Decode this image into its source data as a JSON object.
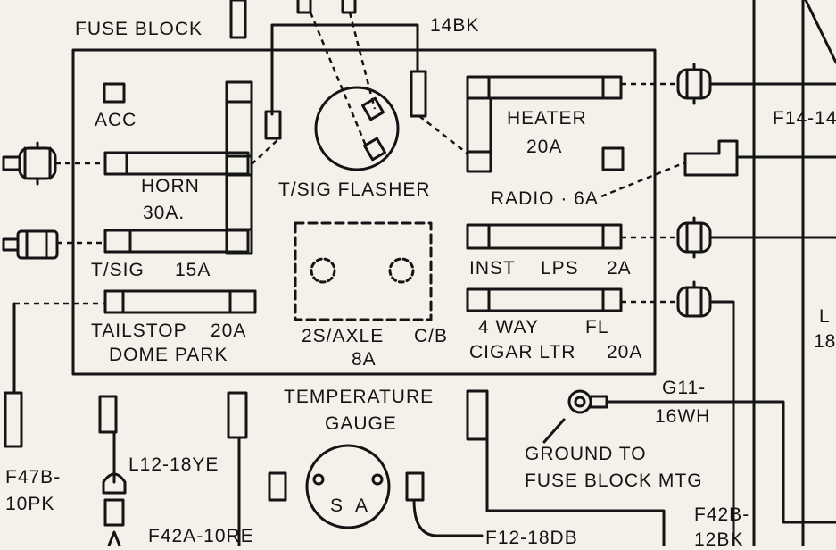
{
  "colors": {
    "ink": "#141414",
    "paper": "#f4f1ea"
  },
  "labels": {
    "fuse_block": "FUSE BLOCK",
    "wire_14bk": "14BK",
    "acc": "ACC",
    "horn": "HORN",
    "horn_amp": "30A.",
    "tsig_flasher": "T/SIG FLASHER",
    "heater": "HEATER",
    "heater_amp": "20A",
    "radio": "RADIO · 6A",
    "tsig": "T/SIG",
    "tsig_amp": "15A",
    "inst": "INST",
    "lps": "LPS",
    "inst_amp": "2A",
    "tailstop": "TAILSTOP",
    "tailstop_amp": "20A",
    "dome_park": "DOME PARK",
    "axle": "2S/AXLE",
    "cb": "C/B",
    "axle_amp": "8A",
    "four_way": "4 WAY",
    "fl": "FL",
    "cigar_ltr": "CIGAR LTR",
    "cigar_amp": "20A",
    "temperature": "TEMPERATURE",
    "gauge": "GAUGE",
    "gauge_s": "S",
    "gauge_a": "A",
    "g11": "G11-",
    "wire_16wh": "16WH",
    "ground_to": "GROUND TO",
    "fuse_block_mtg": "FUSE BLOCK MTG",
    "f14": "F14-14",
    "l_right": "L",
    "n18": "18",
    "f47b": "F47B-",
    "wire_10pk": "10PK",
    "l12": "L12-18YE",
    "f42a": "F42A-10RE",
    "f12": "F12-18DB",
    "f42b": "F42B-",
    "wire_12bk": "12BK"
  }
}
